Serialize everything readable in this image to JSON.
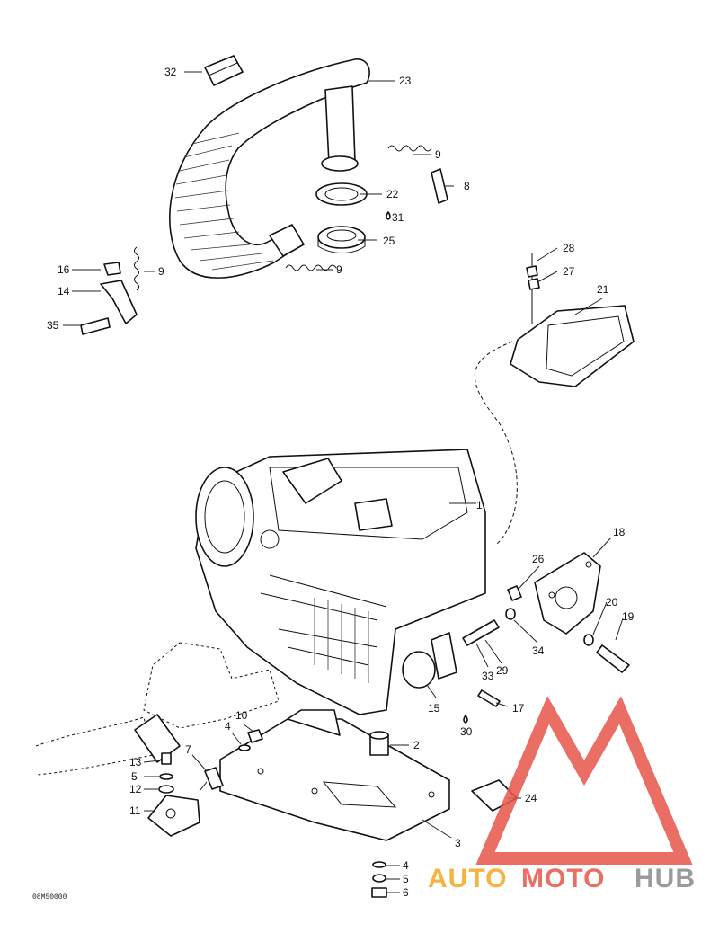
{
  "callouts": [
    {
      "id": "p1",
      "label": "1"
    },
    {
      "id": "p2",
      "label": "2"
    },
    {
      "id": "p3",
      "label": "3"
    },
    {
      "id": "p4a",
      "label": "4"
    },
    {
      "id": "p4b",
      "label": "4"
    },
    {
      "id": "p5a",
      "label": "5"
    },
    {
      "id": "p5b",
      "label": "5"
    },
    {
      "id": "p6",
      "label": "6"
    },
    {
      "id": "p7",
      "label": "7"
    },
    {
      "id": "p8",
      "label": "8"
    },
    {
      "id": "p9a",
      "label": "9"
    },
    {
      "id": "p9b",
      "label": "9"
    },
    {
      "id": "p9c",
      "label": "9"
    },
    {
      "id": "p10",
      "label": "10"
    },
    {
      "id": "p11",
      "label": "11"
    },
    {
      "id": "p12",
      "label": "12"
    },
    {
      "id": "p13",
      "label": "13"
    },
    {
      "id": "p14",
      "label": "14"
    },
    {
      "id": "p15",
      "label": "15"
    },
    {
      "id": "p16",
      "label": "16"
    },
    {
      "id": "p17",
      "label": "17"
    },
    {
      "id": "p18",
      "label": "18"
    },
    {
      "id": "p19",
      "label": "19"
    },
    {
      "id": "p20",
      "label": "20"
    },
    {
      "id": "p21",
      "label": "21"
    },
    {
      "id": "p22",
      "label": "22"
    },
    {
      "id": "p23",
      "label": "23"
    },
    {
      "id": "p24",
      "label": "24"
    },
    {
      "id": "p25",
      "label": "25"
    },
    {
      "id": "p26",
      "label": "26"
    },
    {
      "id": "p27",
      "label": "27"
    },
    {
      "id": "p28",
      "label": "28"
    },
    {
      "id": "p29",
      "label": "29"
    },
    {
      "id": "p30",
      "label": "30"
    },
    {
      "id": "p31",
      "label": "31"
    },
    {
      "id": "p32",
      "label": "32"
    },
    {
      "id": "p33",
      "label": "33"
    },
    {
      "id": "p34",
      "label": "34"
    },
    {
      "id": "p35",
      "label": "35"
    }
  ],
  "drawing_code": "08M50000",
  "watermark": {
    "brand_part1": "AUTO",
    "brand_part2": "MOTO",
    "brand_part3": "HUB",
    "color_red": "#e8554a",
    "color_orange": "#f5a623",
    "color_gray": "#8a8a8a"
  }
}
